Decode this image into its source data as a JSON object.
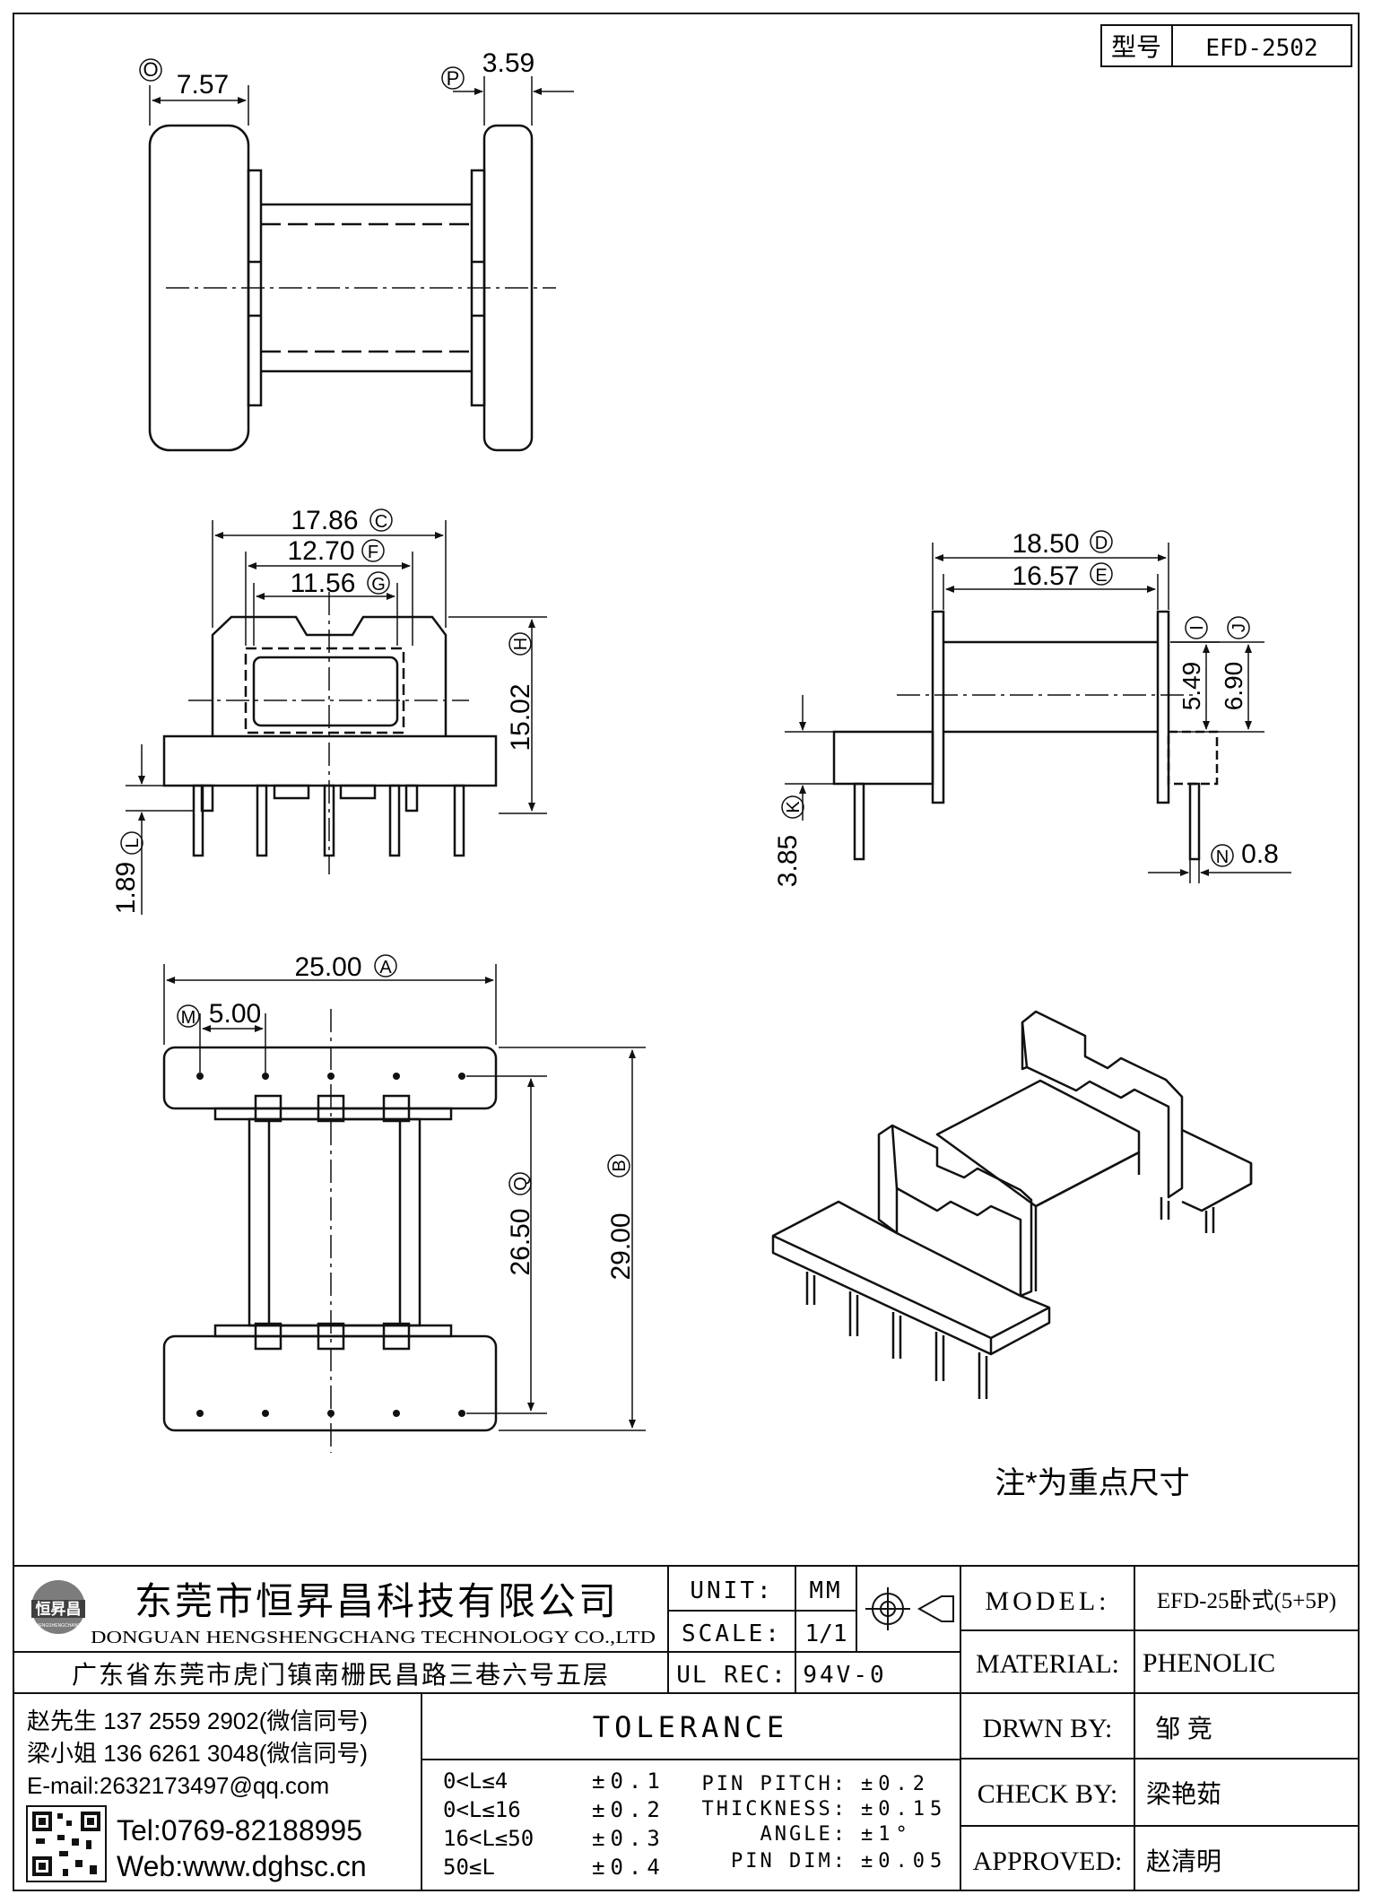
{
  "model_box": {
    "label": "型号",
    "value": "EFD-2502"
  },
  "dimensions": {
    "O": {
      "letter": "O",
      "value": "7.57"
    },
    "P": {
      "letter": "P",
      "value": "3.59"
    },
    "C": {
      "letter": "C",
      "value": "17.86"
    },
    "F": {
      "letter": "F",
      "value": "12.70"
    },
    "G": {
      "letter": "G",
      "value": "11.56"
    },
    "H": {
      "letter": "H",
      "value": "15.02"
    },
    "L": {
      "letter": "L",
      "value": "1.89"
    },
    "D": {
      "letter": "D",
      "value": "18.50"
    },
    "E": {
      "letter": "E",
      "value": "16.57"
    },
    "I": {
      "letter": "I",
      "value": "5.49"
    },
    "J": {
      "letter": "J",
      "value": "6.90"
    },
    "K": {
      "letter": "K",
      "value": "3.85"
    },
    "N": {
      "letter": "N",
      "value": "0.8"
    },
    "A": {
      "letter": "A",
      "value": "25.00"
    },
    "M": {
      "letter": "M",
      "value": "5.00"
    },
    "Q": {
      "letter": "Q",
      "value": "26.50"
    },
    "B": {
      "letter": "B",
      "value": "29.00"
    }
  },
  "note": "注*为重点尺寸",
  "company": {
    "logo_text": "恒昇昌",
    "logo_subtext": "HENGSHENGCHANG",
    "name_cn": "东莞市恒昇昌科技有限公司",
    "name_en": "DONGUAN HENGSHENGCHANG TECHNOLOGY CO.,LTD",
    "address": "广东省东莞市虎门镇南栅民昌路三巷六号五层"
  },
  "contacts": {
    "line1": "赵先生 137 2559 2902(微信同号)",
    "line2": "梁小姐 136 6261 3048(微信同号)",
    "email": "E-mail:2632173497@qq.com",
    "tel": "Tel:0769-82188995",
    "web": "Web:www.dghsc.cn"
  },
  "title_block": {
    "unit_label": "UNIT:",
    "unit_value": "MM",
    "scale_label": "SCALE:",
    "scale_value": "1/1",
    "ul_label": "UL REC:",
    "ul_value": "94V-0",
    "model_label": "MODEL:",
    "model_value": "EFD-25卧式(5+5P)",
    "material_label": "MATERIAL:",
    "material_value": "PHENOLIC",
    "drawn_label": "DRWN BY:",
    "drawn_value": "邹  竞",
    "check_label": "CHECK BY:",
    "check_value": "梁艳茹",
    "approved_label": "APPROVED:",
    "approved_value": "赵清明"
  },
  "tolerance": {
    "title": "TOLERANCE",
    "rows": [
      {
        "range": "0<L≤4",
        "value": "±0.1"
      },
      {
        "range": "0<L≤16",
        "value": "±0.2"
      },
      {
        "range": "16<L≤50",
        "value": "±0.3"
      },
      {
        "range": "50≤L",
        "value": "±0.4"
      }
    ],
    "other": [
      {
        "label": "PIN PITCH:",
        "value": "±0.2"
      },
      {
        "label": "THICKNESS:",
        "value": "±0.15"
      },
      {
        "label": "ANGLE:",
        "value": "±1°"
      },
      {
        "label": "PIN DIM:",
        "value": "±0.05"
      }
    ]
  }
}
